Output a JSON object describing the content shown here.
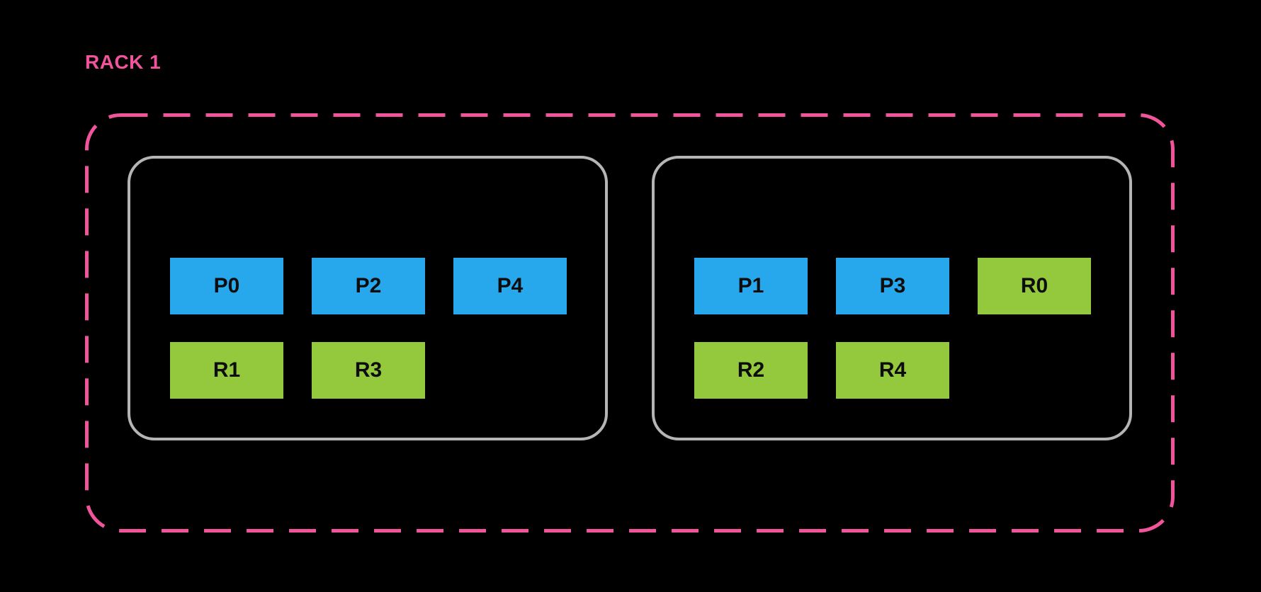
{
  "colors": {
    "background": "#000000",
    "rack_border": "#F0549B",
    "node_border": "#B5B5B5",
    "pipeline_fill": "#28A8EC",
    "replica_fill": "#94C93E"
  },
  "rack": {
    "label": "RACK 1",
    "nodes": [
      {
        "boxes": [
          {
            "label": "P0",
            "type": "pipeline"
          },
          {
            "label": "P2",
            "type": "pipeline"
          },
          {
            "label": "P4",
            "type": "pipeline"
          },
          {
            "label": "R1",
            "type": "replica"
          },
          {
            "label": "R3",
            "type": "replica"
          }
        ]
      },
      {
        "boxes": [
          {
            "label": "P1",
            "type": "pipeline"
          },
          {
            "label": "P3",
            "type": "pipeline"
          },
          {
            "label": "R0",
            "type": "replica"
          },
          {
            "label": "R2",
            "type": "replica"
          },
          {
            "label": "R4",
            "type": "replica"
          }
        ]
      }
    ]
  }
}
